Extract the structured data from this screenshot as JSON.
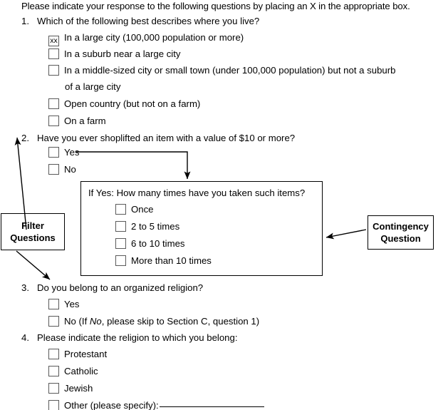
{
  "intro": "Please indicate your response to the following questions by placing an X in the appropriate box.",
  "checkbox_mark": "x",
  "questions": [
    {
      "number": "1.",
      "text": "Which of the following best describes where you live?",
      "options": [
        {
          "label": "In a large city (100,000 population or more)",
          "checked": true
        },
        {
          "label": "In a suburb near a large city",
          "checked": false
        },
        {
          "label": "In a middle-sized city or small town (under 100,000 population) but not a suburb",
          "label_line2": "of a large city",
          "checked": false
        },
        {
          "label": "Open country (but not on a farm)",
          "checked": false
        },
        {
          "label": "On a farm",
          "checked": false
        }
      ]
    },
    {
      "number": "2.",
      "text": "Have you ever shoplifted an item with a value of $10 or more?",
      "options": [
        {
          "label": "Yes",
          "checked": false
        },
        {
          "label": "No",
          "checked": false
        }
      ]
    },
    {
      "number": "3.",
      "text": "Do you belong to an organized religion?",
      "options": [
        {
          "label": "Yes",
          "checked": false
        },
        {
          "label": "No (If No, please skip to Section C, question 1)",
          "checked": false
        }
      ]
    },
    {
      "number": "4.",
      "text": "Please indicate the religion to which you belong:",
      "options": [
        {
          "label": "Protestant",
          "checked": false
        },
        {
          "label": "Catholic",
          "checked": false
        },
        {
          "label": "Jewish",
          "checked": false
        },
        {
          "label": "Other (please specify):",
          "checked": false,
          "has_blank_line": true
        }
      ]
    }
  ],
  "contingency_box": {
    "title": "If Yes: How many times have you taken such items?",
    "options": [
      {
        "label": "Once",
        "checked": false
      },
      {
        "label": "2 to 5 times",
        "checked": false
      },
      {
        "label": "6 to 10 times",
        "checked": false
      },
      {
        "label": "More than 10 times",
        "checked": false
      }
    ]
  },
  "callouts": {
    "filter": {
      "line1": "Filter",
      "line2": "Questions"
    },
    "contingency": {
      "line1": "Contingency",
      "line2": "Question"
    }
  },
  "colors": {
    "text": "#000000",
    "checkbox_border": "#5a5a5a",
    "rule": "#000000",
    "background": "#ffffff"
  }
}
